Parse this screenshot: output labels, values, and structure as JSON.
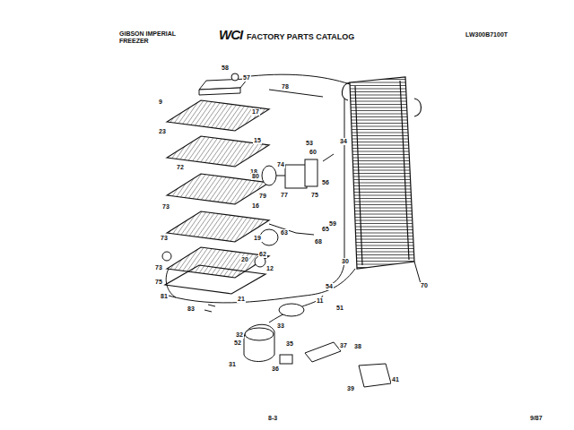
{
  "diagram": {
    "labels": [
      "GIBSON IMPERIAL",
      "FREEZER",
      "WCI",
      "FACTORY PARTS CATALOG",
      "LW300B7100T",
      "58",
      "57",
      "9",
      "17",
      "78",
      "23",
      "15",
      "72",
      "18",
      "34",
      "53",
      "60",
      "74",
      "80",
      "77",
      "75",
      "56",
      "79",
      "16",
      "73",
      "63",
      "65",
      "59",
      "62",
      "19",
      "68",
      "73",
      "20",
      "73",
      "12",
      "30",
      "75",
      "21",
      "81",
      "83",
      "54",
      "11",
      "51",
      "70",
      "32",
      "52",
      "33",
      "35",
      "31",
      "36",
      "37",
      "38",
      "39",
      "41",
      "8-3",
      "9/87"
    ]
  }
}
